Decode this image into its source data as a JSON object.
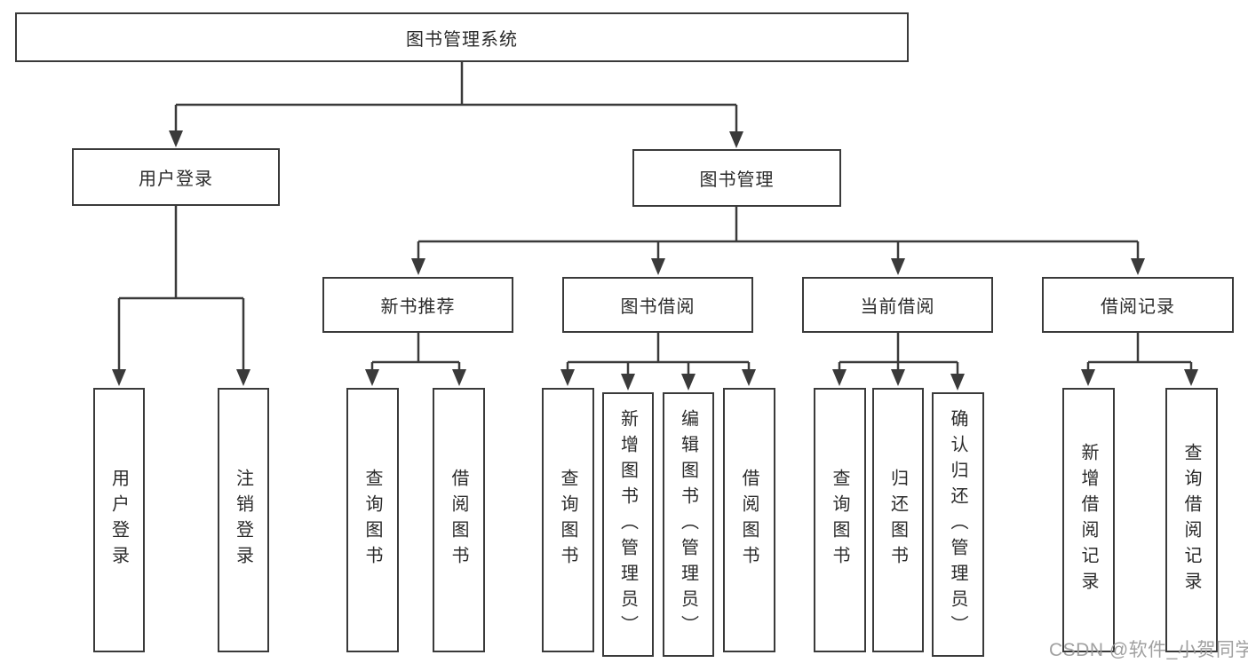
{
  "diagram_title": "图书管理系统",
  "watermark": {
    "text": "CSDN @软件_小贺同学"
  },
  "colors": {
    "line": "#3a3a3a",
    "box_border": "#3a3a3a",
    "text": "#2b2b2b",
    "watermark": "#989898",
    "background": "#ffffff"
  },
  "tree": {
    "label": "图书管理系统",
    "children": [
      {
        "label": "用户登录",
        "children": [
          {
            "label": "用户登录"
          },
          {
            "label": "注销登录"
          }
        ]
      },
      {
        "label": "图书管理",
        "children": [
          {
            "label": "新书推荐",
            "children": [
              {
                "label": "查询图书"
              },
              {
                "label": "借阅图书"
              }
            ]
          },
          {
            "label": "图书借阅",
            "children": [
              {
                "label": "查询图书"
              },
              {
                "label": "新增图书（管理员）"
              },
              {
                "label": "编辑图书（管理员）"
              },
              {
                "label": "借阅图书"
              }
            ]
          },
          {
            "label": "当前借阅",
            "children": [
              {
                "label": "查询图书"
              },
              {
                "label": "归还图书"
              },
              {
                "label": "确认归还（管理员）"
              }
            ]
          },
          {
            "label": "借阅记录",
            "children": [
              {
                "label": "新增借阅记录"
              },
              {
                "label": "查询借阅记录"
              }
            ]
          }
        ]
      }
    ]
  }
}
